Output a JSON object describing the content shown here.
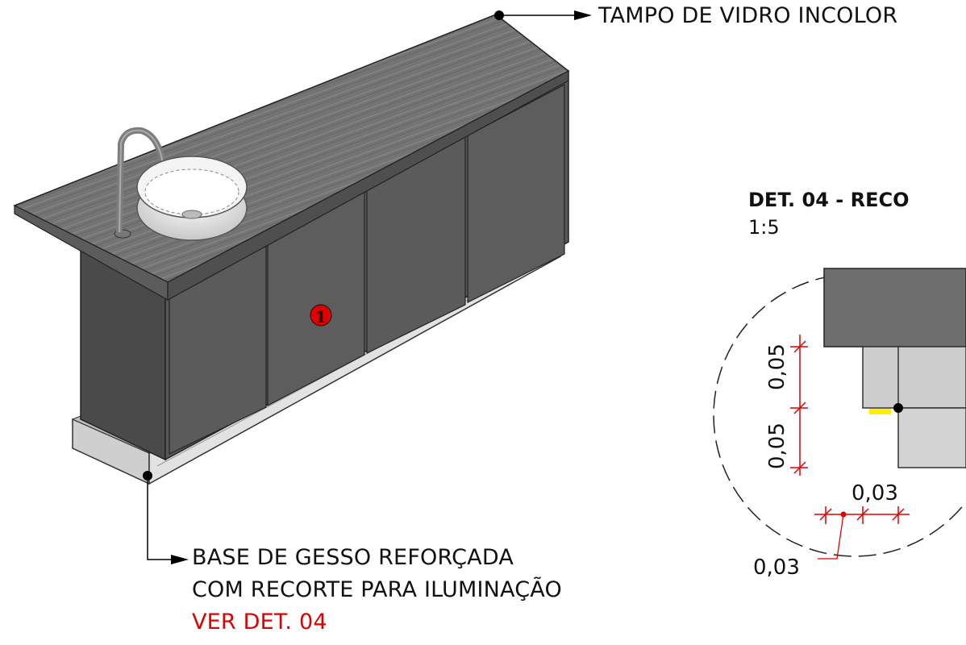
{
  "labels": {
    "top_glass": "TAMPO DE VIDRO INCOLOR",
    "base_line1": "BASE DE GESSO REFORÇADA",
    "base_line2": "COM RECORTE PARA ILUMINAÇÃO",
    "base_ref": "VER DET. 04",
    "tag_number": "1"
  },
  "detail": {
    "title": "DET. 04 - RECO",
    "scale": "1:5",
    "dim_upper_vertical": "0,05",
    "dim_lower_vertical": "0,05",
    "dim_horizontal_top": "0,03",
    "dim_horizontal_bottom": "0,03"
  },
  "colors": {
    "cabinet": "#555555",
    "countertop": "#6f6f6f",
    "base": "#d8d8d8",
    "accent_red": "#e00000",
    "light_strip": "#ffee00"
  }
}
